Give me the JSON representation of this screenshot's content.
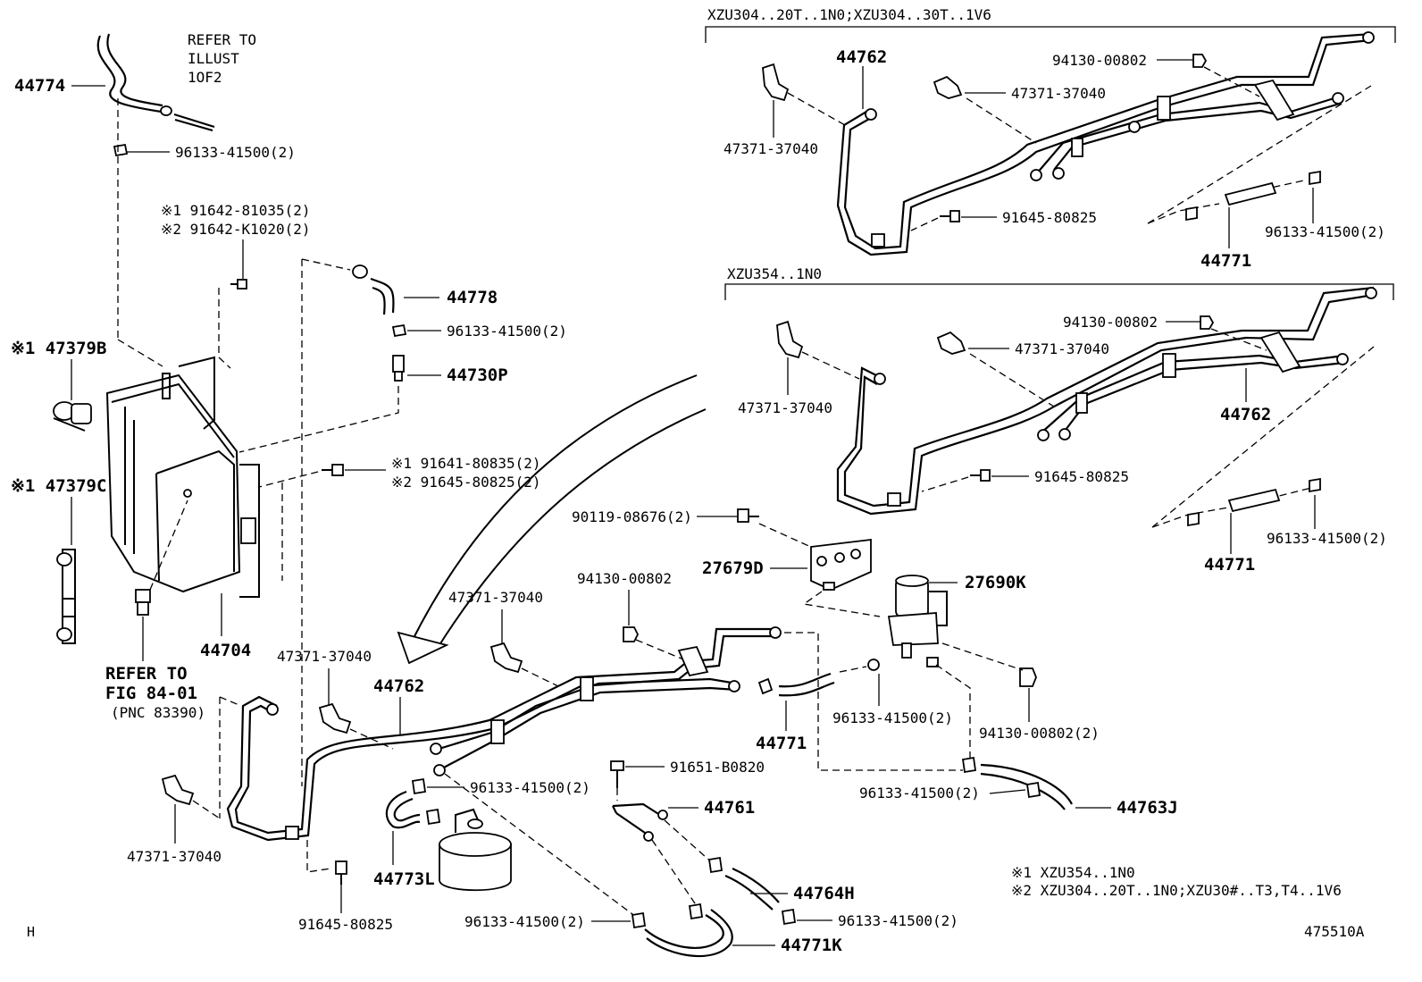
{
  "labels": {
    "p44774": "44774",
    "refer1": "REFER TO",
    "refer2": "ILLUST",
    "refer3": "1OF2",
    "clip_tl": "96133-41500(2)",
    "note1_a": "※1 91642-81035(2)",
    "note1_b": "※2 91642-K1020(2)",
    "p47379B": "※1 47379B",
    "p47379C": "※1 47379C",
    "p44778": "44778",
    "clip_44778": "96133-41500(2)",
    "p44730P": "44730P",
    "note2_a": "※1 91641-80835(2)",
    "note2_b": "※2 91645-80825(2)",
    "p44704": "44704",
    "referfig1": "REFER TO",
    "referfig2": "FIG 84-01",
    "referfig3": "(PNC 83390)",
    "tr_header": "XZU304..20T..1N0;XZU304..30T..1V6",
    "tr_44762": "44762",
    "tr_94130": "94130-00802",
    "tr_47371a": "47371-37040",
    "tr_47371b": "47371-37040",
    "tr_91645": "91645-80825",
    "tr_96133": "96133-41500(2)",
    "tr_44771": "44771",
    "mr_header": "XZU354..1N0",
    "mr_94130": "94130-00802",
    "mr_47371a": "47371-37040",
    "mr_47371b": "47371-37040",
    "mr_44762": "44762",
    "mr_91645": "91645-80825",
    "mr_96133": "96133-41500(2)",
    "mr_44771": "44771",
    "b_90119": "90119-08676(2)",
    "b_27679D": "27679D",
    "b_27690K": "27690K",
    "b_94130a": "94130-00802",
    "b_47371a": "47371-37040",
    "b_47371b": "47371-37040",
    "b_44762": "44762",
    "b_44771": "44771",
    "b_96133a": "96133-41500(2)",
    "b_94130b": "94130-00802(2)",
    "b_91651": "91651-B0820",
    "b_96133b": "96133-41500(2)",
    "b_44761": "44761",
    "b_96133c": "96133-41500(2)",
    "b_44763J": "44763J",
    "b_47371c": "47371-37040",
    "b_44773L": "44773L",
    "b_44764H": "44764H",
    "b_91645": "91645-80825",
    "b_96133d": "96133-41500(2)",
    "b_96133e": "96133-41500(2)",
    "b_44771K": "44771K",
    "legend1": "※1 XZU354..1N0",
    "legend2": "※2 XZU304..20T..1N0;XZU30#..T3,T4..1V6",
    "corner_h": "H",
    "code": "475510A"
  }
}
